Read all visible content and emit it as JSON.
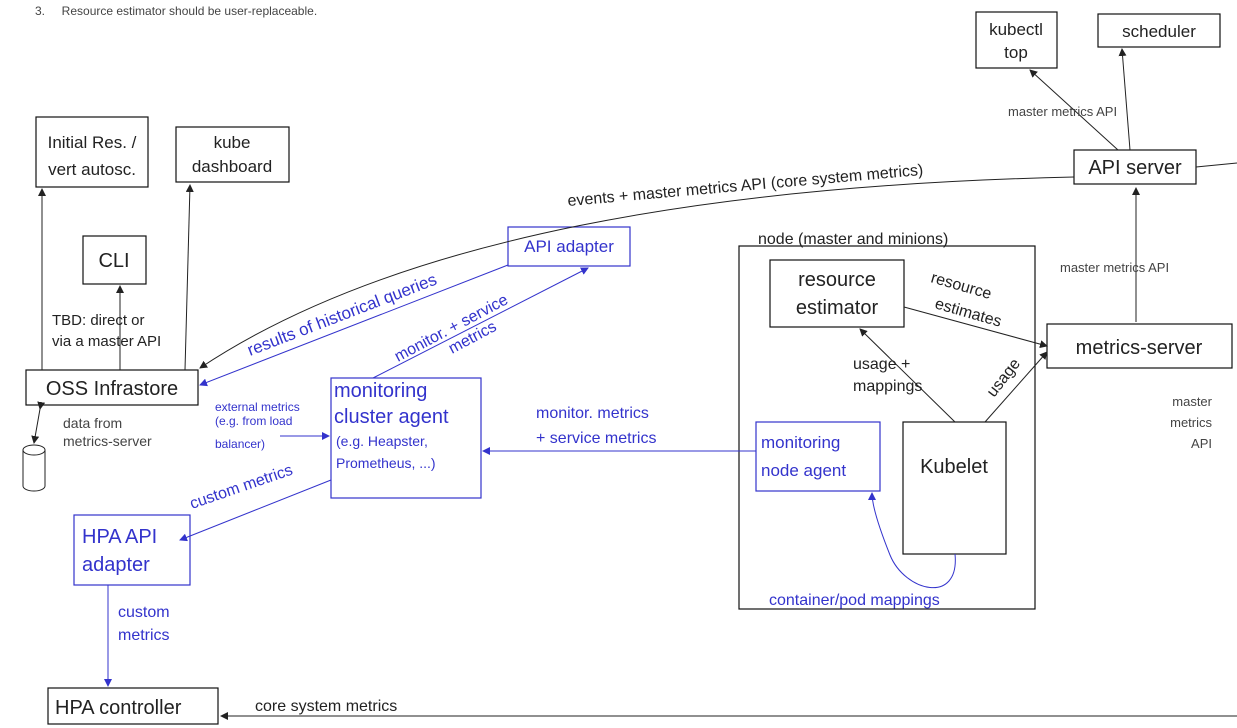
{
  "header_text": "3.     Resource estimator should be user-replaceable.",
  "colors": {
    "black": "#222222",
    "blue": "#3333cc",
    "gray": "#444444"
  },
  "boxes": {
    "kubectl_top": [
      "kubectl",
      "top"
    ],
    "scheduler": "scheduler",
    "initial_res": [
      "Initial Res. /",
      "vert autosc."
    ],
    "kube_dashboard": [
      "kube",
      "dashboard"
    ],
    "api_server": "API server",
    "cli": "CLI",
    "api_adapter": "API adapter",
    "node_group_label": "node (master and minions)",
    "resource_estimator": [
      "resource",
      "estimator"
    ],
    "metrics_server": "metrics-server",
    "oss_infrastore": "OSS Infrastore",
    "monitoring_cluster_agent": [
      "monitoring",
      "cluster agent",
      "(e.g. Heapster,",
      "Prometheus, ...)"
    ],
    "monitoring_node_agent": [
      "monitoring",
      "node agent"
    ],
    "kubelet": "Kubelet",
    "hpa_api_adapter": [
      "HPA API",
      "adapter"
    ],
    "hpa_controller": "HPA controller"
  },
  "labels": {
    "master_metrics_api_top": "master metrics API",
    "events_curve": "events + master metrics API (core system metrics)",
    "historical_queries": "results of historical queries",
    "monitor_service_metrics_diag": [
      "monitor. + service",
      "metrics"
    ],
    "tbd_direct": [
      "TBD: direct or",
      "via a master API"
    ],
    "master_metrics_api_mid": "master metrics API",
    "resource_estimates": [
      "resource",
      "estimates"
    ],
    "usage_mappings": [
      "usage +",
      "mappings"
    ],
    "usage": "usage",
    "data_from_metrics_server": [
      "data from",
      "metrics-server"
    ],
    "external_metrics": [
      "external metrics",
      "(e.g. from load",
      "balancer)"
    ],
    "monitor_service_metrics_horiz": [
      "monitor. metrics",
      "+ service metrics"
    ],
    "master_metrics_api_right": [
      "master",
      "metrics",
      "API"
    ],
    "custom_metrics_diag": "custom metrics",
    "container_pod_mappings": "container/pod mappings",
    "custom_metrics_vert": [
      "custom",
      "metrics"
    ],
    "core_system_metrics": "core system metrics"
  }
}
